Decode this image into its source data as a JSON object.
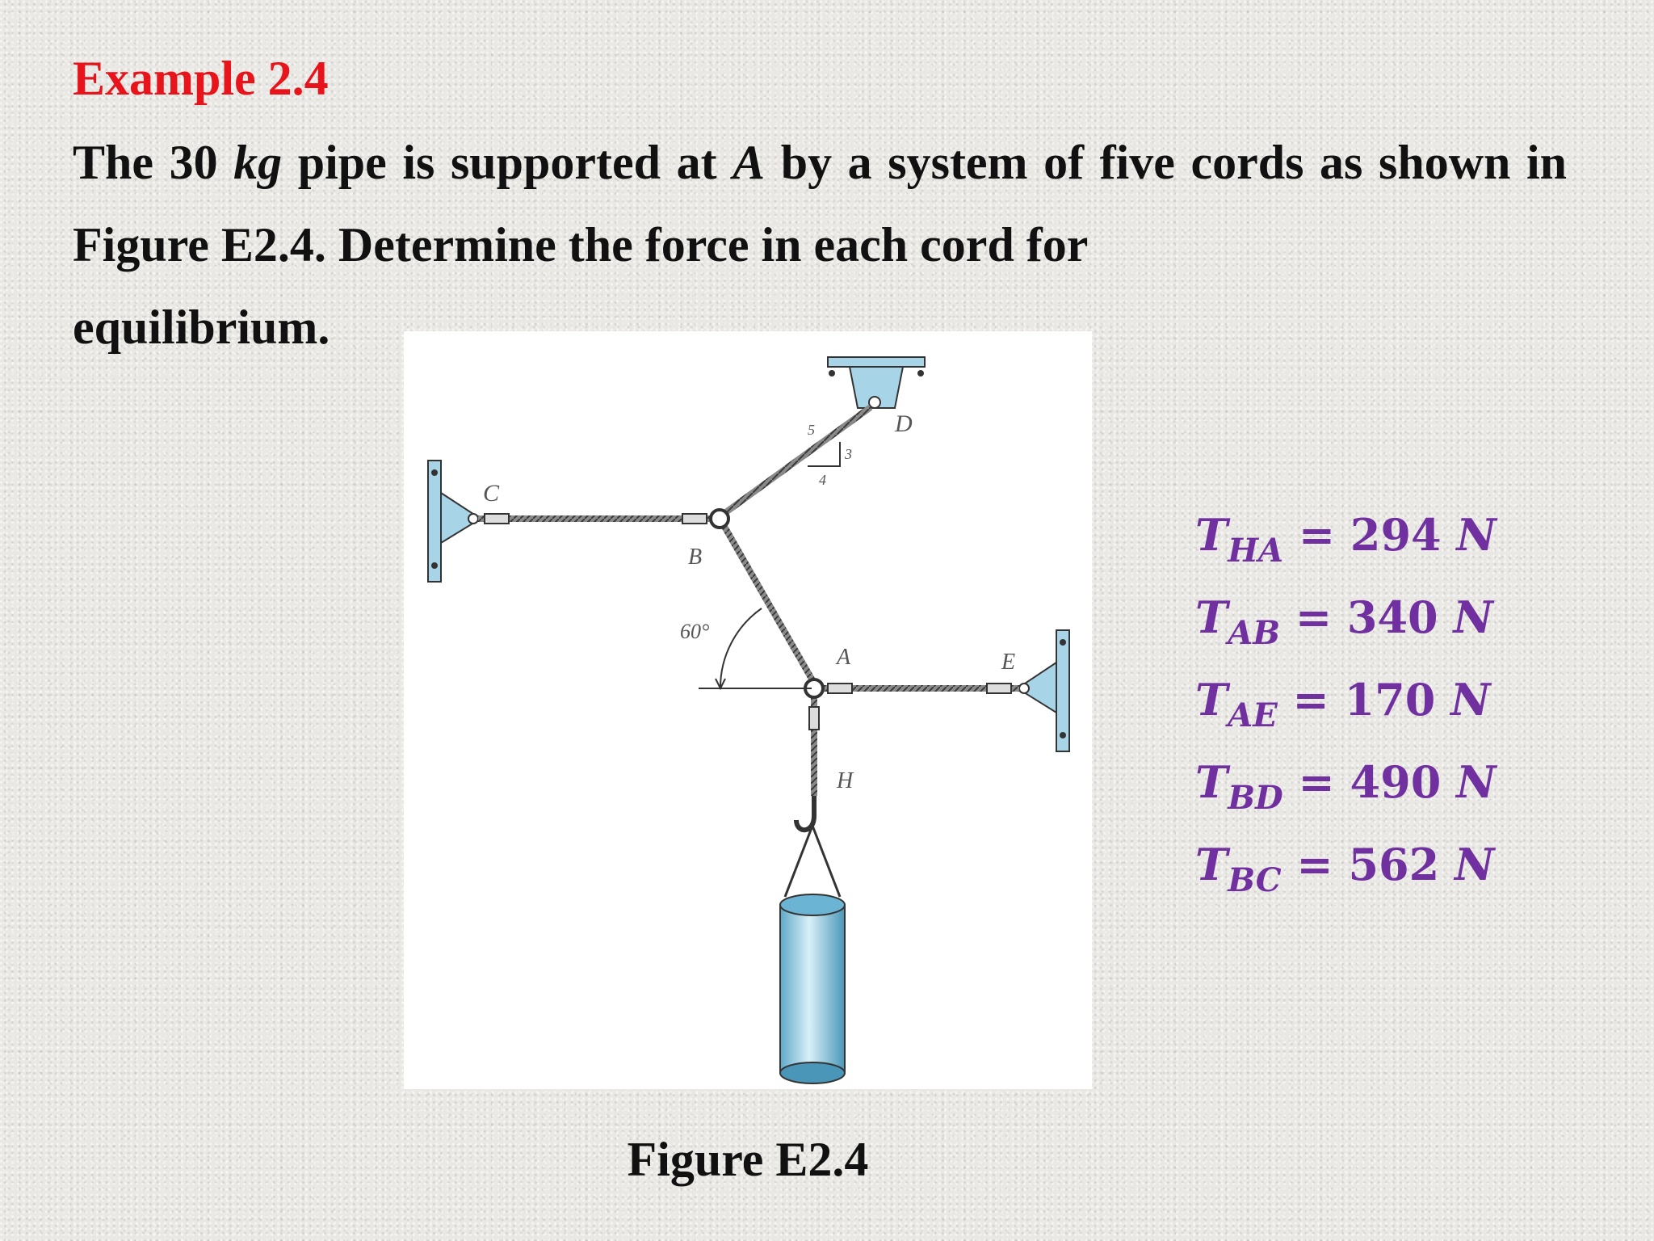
{
  "slide": {
    "title": "Example 2.4",
    "problem": {
      "line1_pre": "The ",
      "mass_value": "30",
      "mass_unit": "kg",
      "line1_mid": " pipe is supported at ",
      "point": "A",
      "line1_post": " by a system of five cords as shown in Figure E2.4. Determine the force in each cord for",
      "line_last": "equilibrium."
    },
    "caption": "Figure E2.4"
  },
  "figure": {
    "labels": {
      "C": "C",
      "B": "B",
      "D": "D",
      "A": "A",
      "E": "E",
      "H": "H",
      "angle": "60°",
      "slope_hyp": "5",
      "slope_rise": "3",
      "slope_run": "4"
    }
  },
  "answers": [
    {
      "symbol": "T",
      "sub": "HA",
      "eq": " = ",
      "value": "294",
      "unit": "N"
    },
    {
      "symbol": "T",
      "sub": "AB",
      "eq": " = ",
      "value": "340",
      "unit": "N"
    },
    {
      "symbol": "T",
      "sub": "AE",
      "eq": " = ",
      "value": "170",
      "unit": "N"
    },
    {
      "symbol": "T",
      "sub": "BD",
      "eq": " = ",
      "value": "490",
      "unit": "N"
    },
    {
      "symbol": "T",
      "sub": "BC",
      "eq": " = ",
      "value": "562",
      "unit": "N"
    }
  ],
  "colors": {
    "title": "#e8141b",
    "answers": "#7030a0",
    "bracket": "#a8d4e8",
    "pipe": "#8cc8e0"
  }
}
